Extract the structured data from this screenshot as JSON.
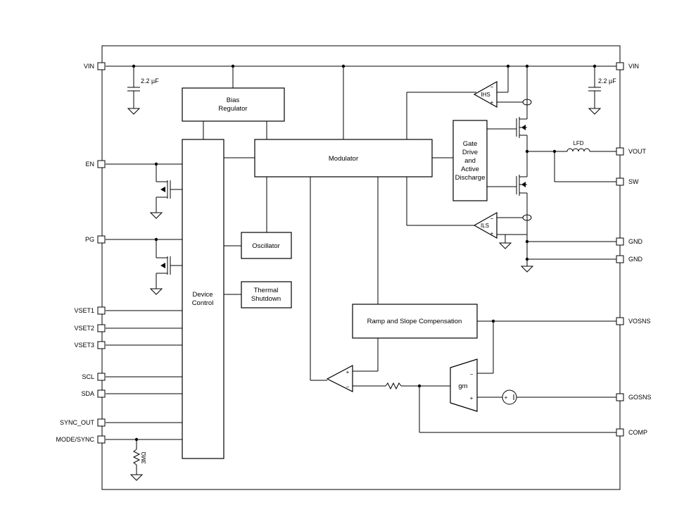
{
  "pins": {
    "vin_left": "VIN",
    "en": "EN",
    "pg": "PG",
    "vset1": "VSET1",
    "vset2": "VSET2",
    "vset3": "VSET3",
    "scl": "SCL",
    "sda": "SDA",
    "sync_out": "SYNC_OUT",
    "mode_sync": "MODE/SYNC",
    "vin_right": "VIN",
    "vout": "VOUT",
    "sw": "SW",
    "gnd1": "GND",
    "gnd2": "GND",
    "vosns": "VOSNS",
    "gosns": "GOSNS",
    "comp": "COMP"
  },
  "blocks": {
    "bias_line1": "Bias",
    "bias_line2": "Regulator",
    "modulator": "Modulator",
    "device_line1": "Device",
    "device_line2": "Control",
    "oscillator": "Oscillator",
    "thermal_line1": "Thermal",
    "thermal_line2": "Shutdown",
    "gate_line1": "Gate",
    "gate_line2": "Drive",
    "gate_line3": "and",
    "gate_line4": "Active",
    "gate_line5": "Discharge",
    "ramp": "Ramp and Slope Compensation"
  },
  "components": {
    "cap_left": "2.2 µF",
    "cap_right": "2.2 µF",
    "inductor": "LFD",
    "resistor": "3MΩ",
    "gm": "gm",
    "ihs": "IHS",
    "ils": "ILS",
    "plus": "+",
    "minus": "−"
  }
}
